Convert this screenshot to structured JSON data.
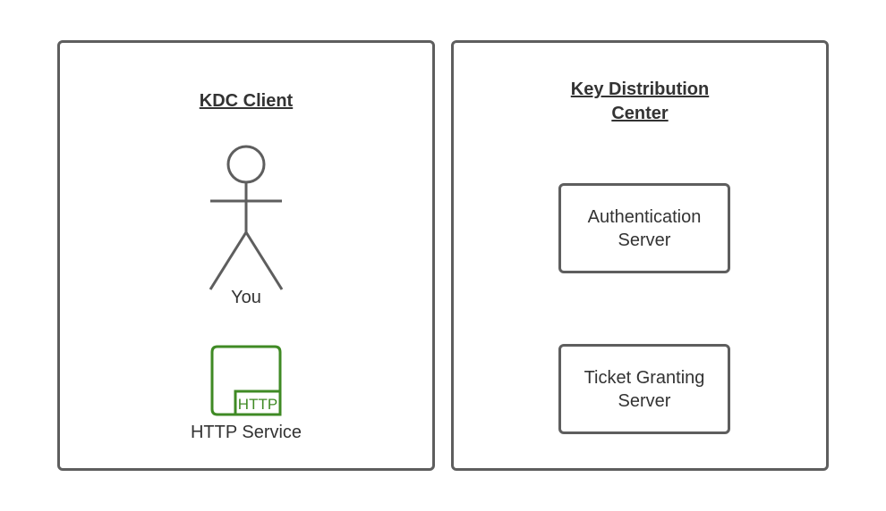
{
  "client": {
    "title": "KDC Client",
    "actor_label": "You",
    "service_label": "HTTP Service",
    "service_icon_text": "HTTP"
  },
  "kdc": {
    "title_line1": "Key Distribution",
    "title_line2": "Center",
    "servers": [
      {
        "line1": "Authentication",
        "line2": "Server"
      },
      {
        "line1": "Ticket Granting",
        "line2": "Server"
      }
    ]
  },
  "colors": {
    "border": "#5e5e5e",
    "http_icon": "#3f8a24"
  }
}
